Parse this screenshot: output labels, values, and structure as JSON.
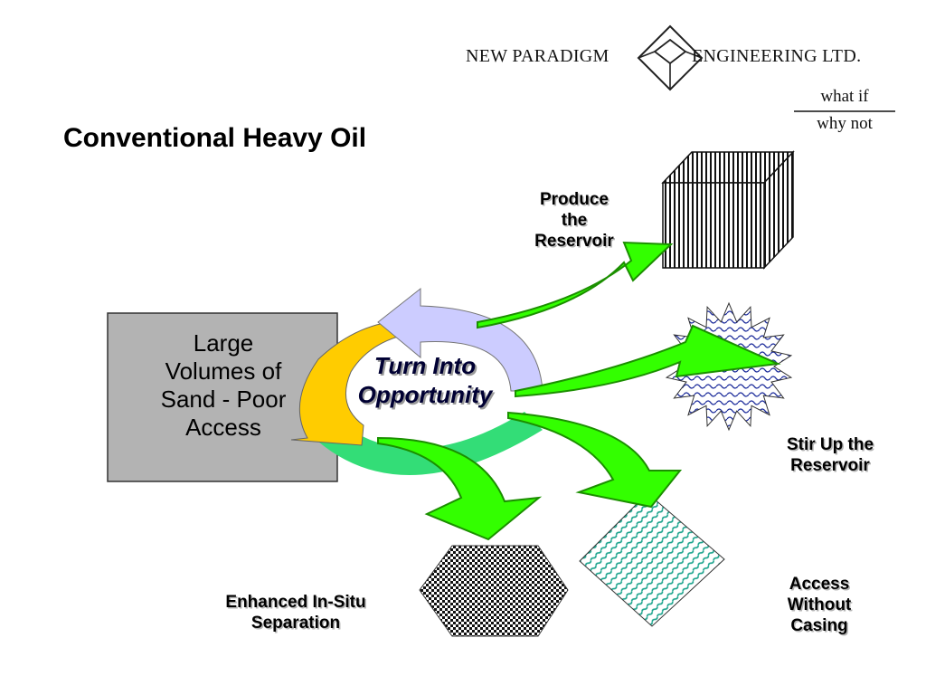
{
  "title": "Conventional Heavy Oil",
  "brand": {
    "left": "NEW PARADIGM",
    "right": "ENGINEERING LTD.",
    "tagline_top": "what if",
    "tagline_bottom": "why not"
  },
  "source_box": {
    "lines": [
      "Large",
      "Volumes of",
      "Sand - Poor",
      "Access"
    ]
  },
  "center": {
    "lines": [
      "Turn Into",
      "Opportunity"
    ]
  },
  "outcomes": {
    "produce": {
      "lines": [
        "Produce",
        "the",
        "Reservoir"
      ],
      "shape": "hatched-cube"
    },
    "stir": {
      "lines": [
        "Stir Up the",
        "Reservoir"
      ],
      "shape": "wavy-starburst"
    },
    "access": {
      "lines": [
        "Access",
        "Without",
        "Casing"
      ],
      "shape": "striped-diamond"
    },
    "insitu": {
      "lines": [
        "Enhanced In-Situ",
        "Separation"
      ],
      "shape": "checkered-hexagon"
    }
  },
  "colors": {
    "cycle_lavender": "#ccccff",
    "cycle_yellow": "#ffcc00",
    "cycle_green": "#33dd77",
    "arrow_green": "#33ff00",
    "box_gray": "#b3b3b3",
    "wave_blue": "#1a2a9a",
    "stripe_teal": "#1aa38c"
  }
}
